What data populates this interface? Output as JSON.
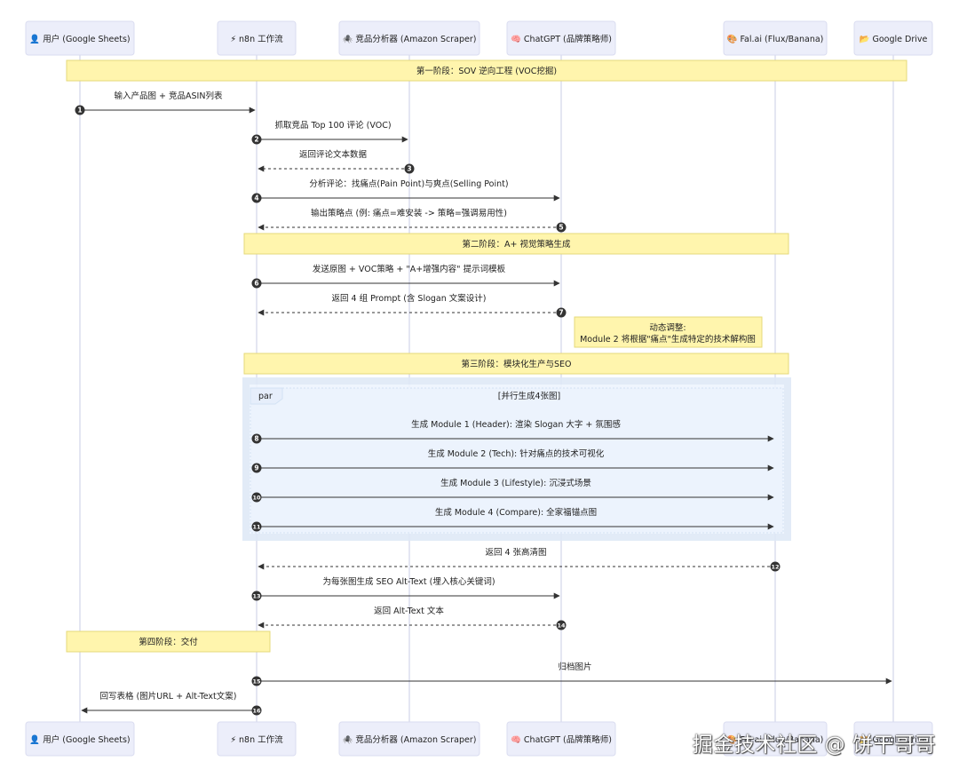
{
  "participants": [
    {
      "id": "user",
      "icon": "👤",
      "label": "用户 (Google Sheets)"
    },
    {
      "id": "n8n",
      "icon": "⚡",
      "label": "n8n 工作流"
    },
    {
      "id": "scraper",
      "icon": "🕷️",
      "label": "竞品分析器 (Amazon Scraper)"
    },
    {
      "id": "gpt",
      "icon": "🧠",
      "label": "ChatGPT (品牌策略师)"
    },
    {
      "id": "fal",
      "icon": "🎨",
      "label": "Fal.ai (Flux/Banana)"
    },
    {
      "id": "drive",
      "icon": "📂",
      "label": "Google Drive"
    }
  ],
  "phases": [
    {
      "label": "第一阶段：SOV 逆向工程 (VOC挖掘)"
    },
    {
      "label": "第二阶段：A+ 视觉策略生成"
    },
    {
      "label": "第三阶段：模块化生产与SEO"
    },
    {
      "label": "第四阶段：交付"
    }
  ],
  "note": {
    "line1": "动态调整:",
    "line2": "Module 2 将根据\"痛点\"生成特定的技术解构图"
  },
  "par_block": {
    "keyword": "par",
    "title": "[并行生成4张图]"
  },
  "messages": [
    {
      "num": "1",
      "from": "user",
      "to": "n8n",
      "dashed": false,
      "text": "输入产品图 + 竞品ASIN列表"
    },
    {
      "num": "2",
      "from": "n8n",
      "to": "scraper",
      "dashed": false,
      "text": "抓取竞品 Top 100 评论 (VOC)"
    },
    {
      "num": "3",
      "from": "scraper",
      "to": "n8n",
      "dashed": true,
      "text": "返回评论文本数据"
    },
    {
      "num": "4",
      "from": "n8n",
      "to": "gpt",
      "dashed": false,
      "text": "分析评论：找痛点(Pain Point)与爽点(Selling Point)"
    },
    {
      "num": "5",
      "from": "gpt",
      "to": "n8n",
      "dashed": true,
      "text": "输出策略点 (例: 痛点=难安装 -> 策略=强调易用性)"
    },
    {
      "num": "6",
      "from": "n8n",
      "to": "gpt",
      "dashed": false,
      "text": "发送原图 + VOC策略 + \"A+增强内容\" 提示词模板"
    },
    {
      "num": "7",
      "from": "gpt",
      "to": "n8n",
      "dashed": true,
      "text": "返回 4 组 Prompt (含 Slogan 文案设计)"
    },
    {
      "num": "8",
      "from": "n8n",
      "to": "fal",
      "dashed": false,
      "text": "生成 Module 1 (Header): 渲染 Slogan 大字 + 氛围感"
    },
    {
      "num": "9",
      "from": "n8n",
      "to": "fal",
      "dashed": false,
      "text": "生成 Module 2 (Tech): 针对痛点的技术可视化"
    },
    {
      "num": "10",
      "from": "n8n",
      "to": "fal",
      "dashed": false,
      "text": "生成 Module 3 (Lifestyle): 沉浸式场景"
    },
    {
      "num": "11",
      "from": "n8n",
      "to": "fal",
      "dashed": false,
      "text": "生成 Module 4 (Compare): 全家福锚点图"
    },
    {
      "num": "12",
      "from": "fal",
      "to": "n8n",
      "dashed": true,
      "text": "返回 4 张高清图"
    },
    {
      "num": "13",
      "from": "n8n",
      "to": "gpt",
      "dashed": false,
      "text": "为每张图生成 SEO Alt-Text (埋入核心关键词)"
    },
    {
      "num": "14",
      "from": "gpt",
      "to": "n8n",
      "dashed": true,
      "text": "返回 Alt-Text 文本"
    },
    {
      "num": "15",
      "from": "n8n",
      "to": "drive",
      "dashed": false,
      "text": "归档图片"
    },
    {
      "num": "16",
      "from": "n8n",
      "to": "user",
      "dashed": false,
      "text": "回写表格 (图片URL + Alt-Text文案)"
    }
  ],
  "watermark": "掘金技术社区 @ 饼干哥哥"
}
